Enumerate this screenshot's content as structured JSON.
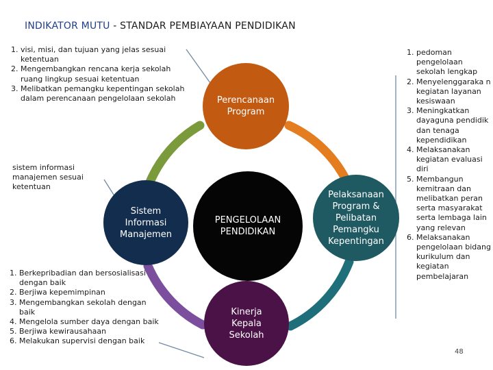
{
  "title": {
    "highlight": "INDIKATOR MUTU",
    "rest": " - STANDAR PEMBIAYAAN PENDIDIKAN"
  },
  "nodes": {
    "planning": "Perencanaan Program",
    "center": "PENGELOLAAN PENDIDIKAN",
    "sim": "Sistem Informasi Manajemen",
    "execution": "Pelaksanaan Program & Pelibatan Pemangku Kepentingan",
    "performance": "Kinerja Kepala Sekolah"
  },
  "planning_items": [
    "visi, misi, dan tujuan yang jelas sesuai ketentuan",
    "Mengembangkan rencana kerja sekolah ruang lingkup sesuai ketentuan",
    "Melibatkan pemangku kepentingan sekolah dalam perencanaan pengelolaan sekolah"
  ],
  "sim_note": "sistem informasi manajemen sesuai ketentuan",
  "performance_items": [
    "Berkepribadian dan bersosialisasi dengan baik",
    "Berjiwa kepemimpinan",
    "Mengembangkan sekolah dengan baik",
    "Mengelola sumber daya dengan baik",
    "Berjiwa kewirausahaan",
    "Melakukan supervisi dengan baik"
  ],
  "execution_items": [
    "pedoman pengelolaan sekolah lengkap",
    "Menyelenggaraka n kegiatan layanan kesiswaan",
    "Meningkatkan dayaguna pendidik dan tenaga kependidikan",
    "Melaksanakan kegiatan evaluasi diri",
    "Membangun kemitraan dan melibatkan peran serta masyarakat serta lembaga lain yang relevan",
    "Melaksanakan pengelolaan bidang kurikulum dan kegiatan pembelajaran"
  ],
  "page_number": "48",
  "colors": {
    "planning": "#c25a12",
    "center": "#050505",
    "sim": "#132d4e",
    "execution": "#1f5a63",
    "performance": "#4a1247",
    "arc_green": "#7a9a3c",
    "arc_orange": "#e47d1f",
    "arc_purple": "#7b4f9d",
    "arc_teal": "#1f6f7a",
    "connector": "#6f8aa6",
    "title_highlight": "#1f3d8a"
  }
}
